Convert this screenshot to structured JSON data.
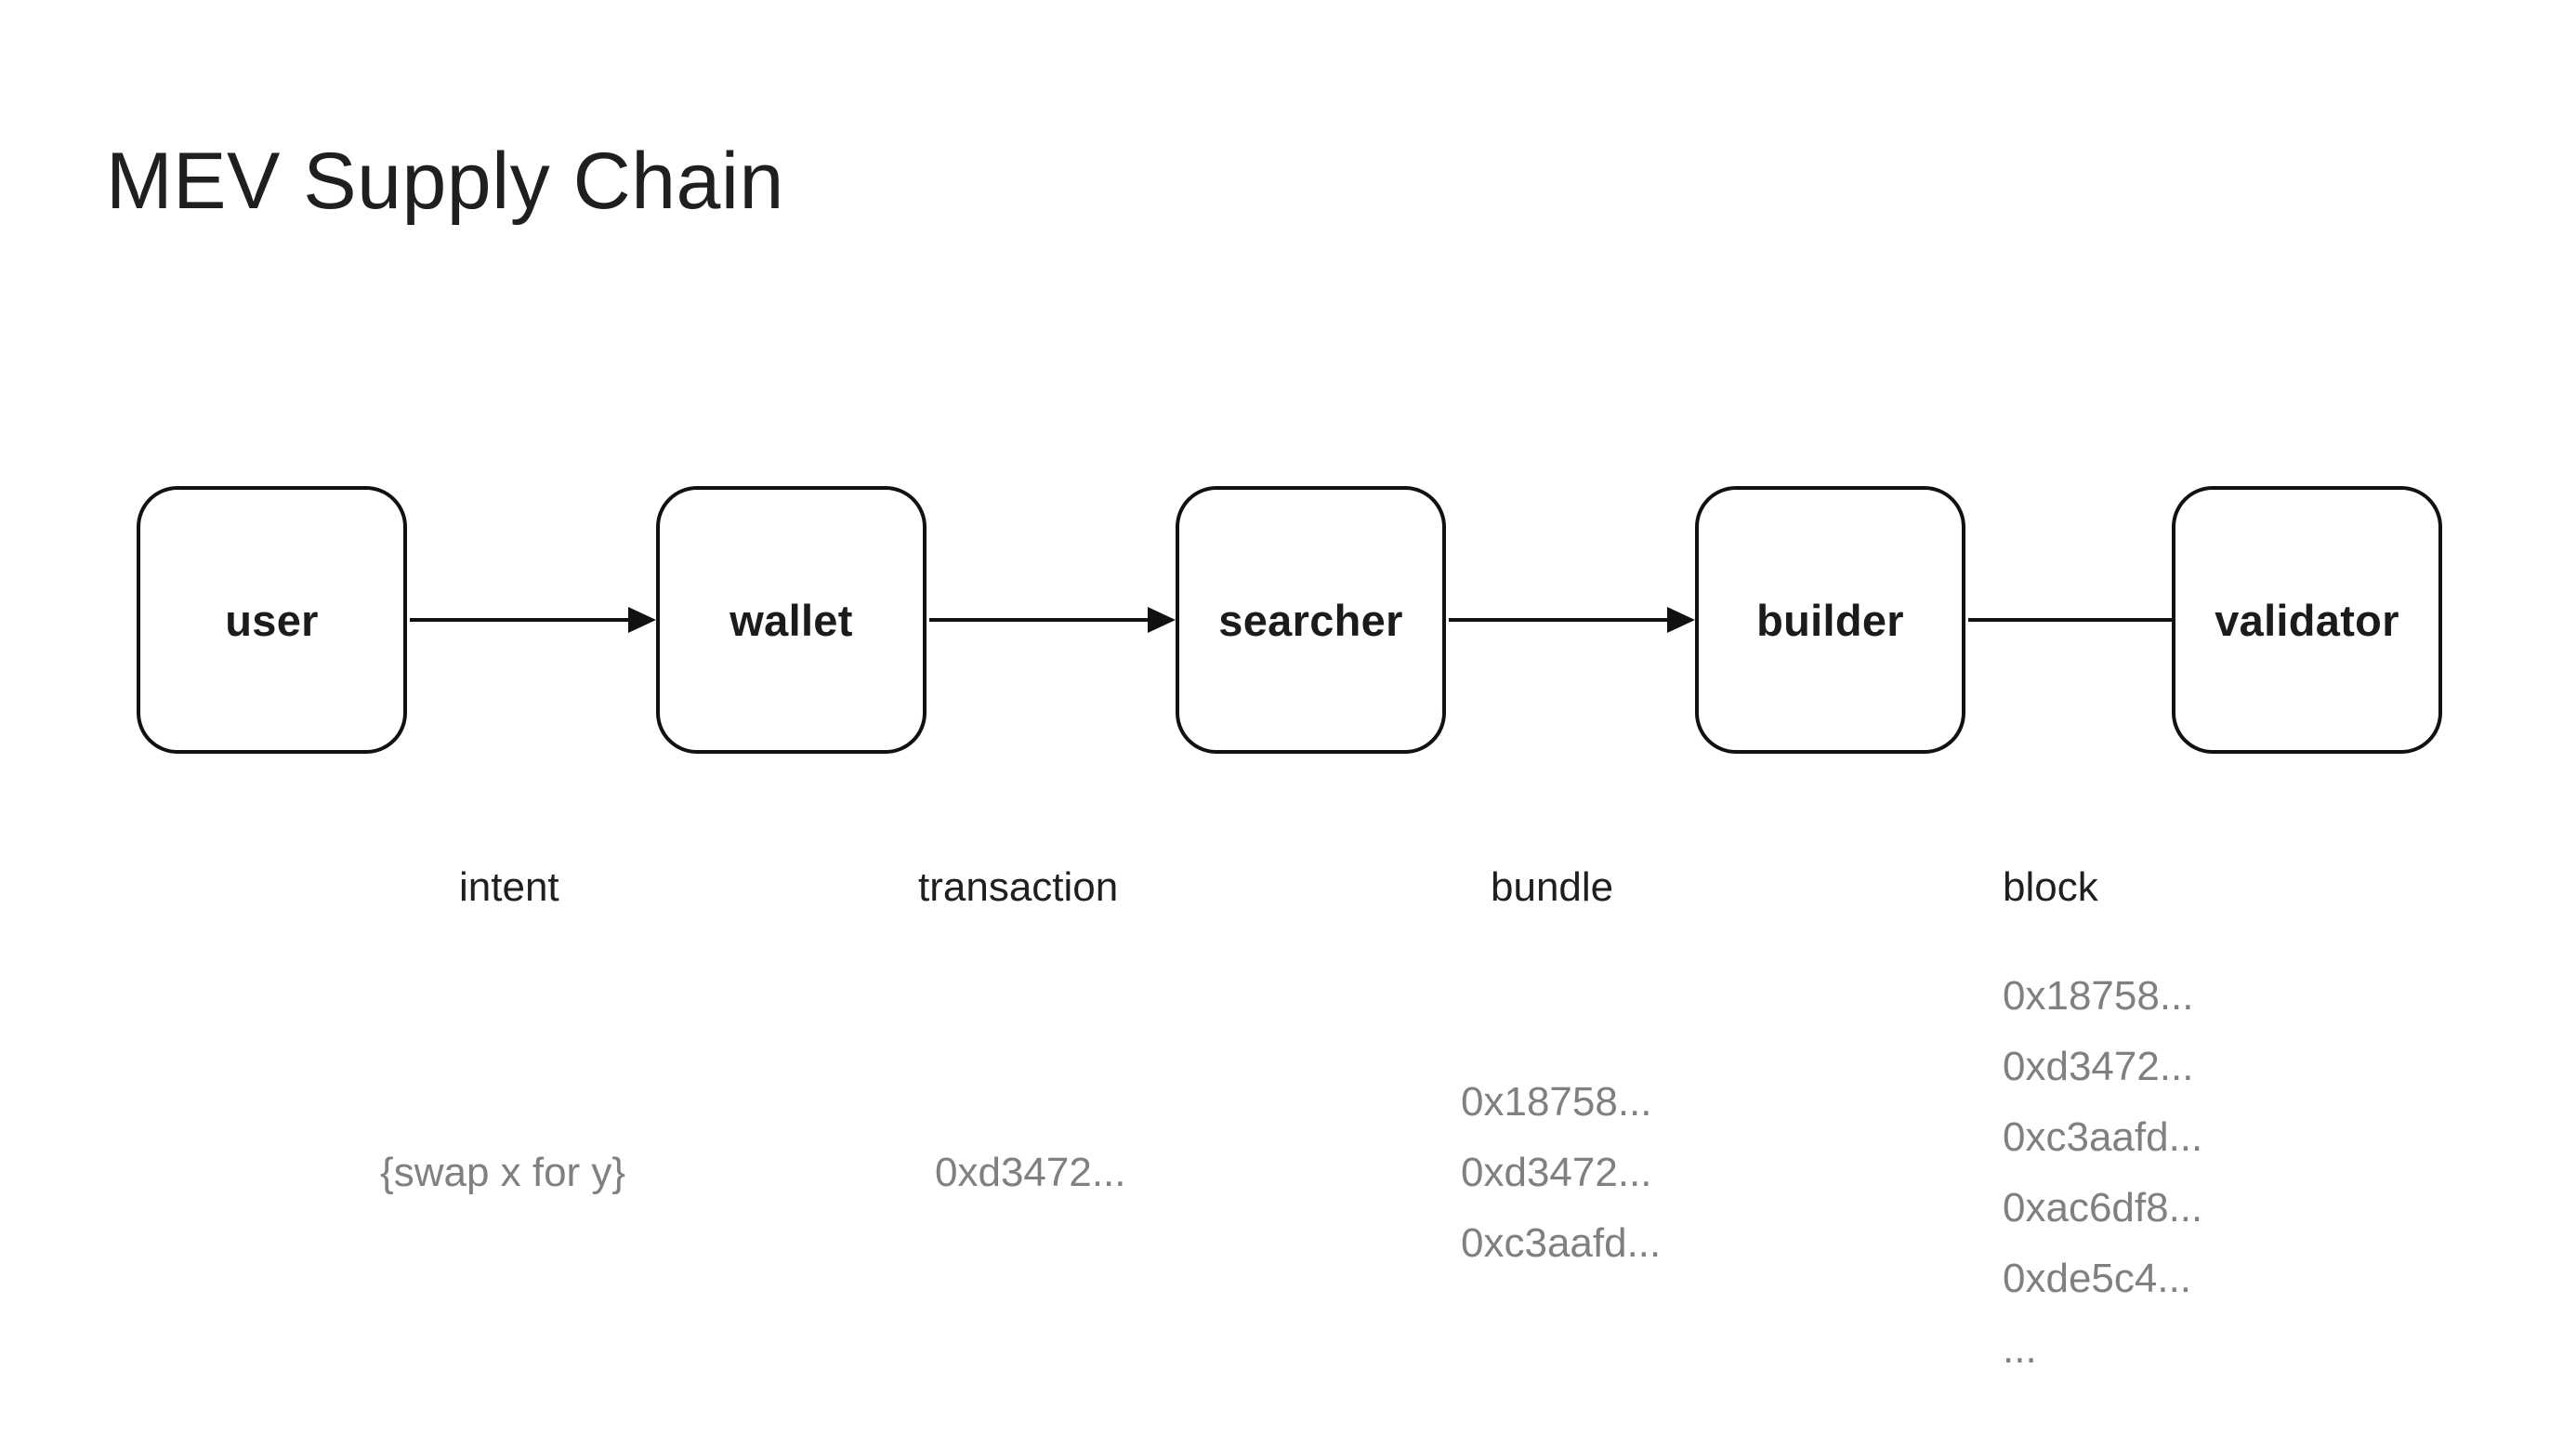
{
  "title": "MEV Supply Chain",
  "theme": {
    "background": "#ffffff",
    "node_border": "#111111",
    "node_fill": "#ffffff",
    "node_text": "#1b1b1b",
    "arrow": "#111111",
    "edge_label_text": "#1f1f1f",
    "payload_text": "#808080",
    "title_text": "#1f1f1f"
  },
  "diagram": {
    "type": "flow",
    "nodes": [
      {
        "id": "user",
        "label": "user"
      },
      {
        "id": "wallet",
        "label": "wallet"
      },
      {
        "id": "searcher",
        "label": "searcher"
      },
      {
        "id": "builder",
        "label": "builder"
      },
      {
        "id": "validator",
        "label": "validator"
      }
    ],
    "edges": [
      {
        "from": "user",
        "to": "wallet",
        "label": "intent"
      },
      {
        "from": "wallet",
        "to": "searcher",
        "label": "transaction"
      },
      {
        "from": "searcher",
        "to": "builder",
        "label": "bundle"
      },
      {
        "from": "builder",
        "to": "validator",
        "label": "block"
      }
    ],
    "payloads": [
      {
        "for_edge": "intent",
        "lines": [
          "{swap x for y}"
        ]
      },
      {
        "for_edge": "transaction",
        "lines": [
          "0xd3472..."
        ]
      },
      {
        "for_edge": "bundle",
        "lines": [
          "0x18758...",
          "0xd3472...",
          "0xc3aafd..."
        ]
      },
      {
        "for_edge": "block",
        "lines": [
          "0x18758...",
          "0xd3472...",
          "0xc3aafd...",
          "0xac6df8...",
          "0xde5c4...",
          "..."
        ]
      }
    ]
  }
}
